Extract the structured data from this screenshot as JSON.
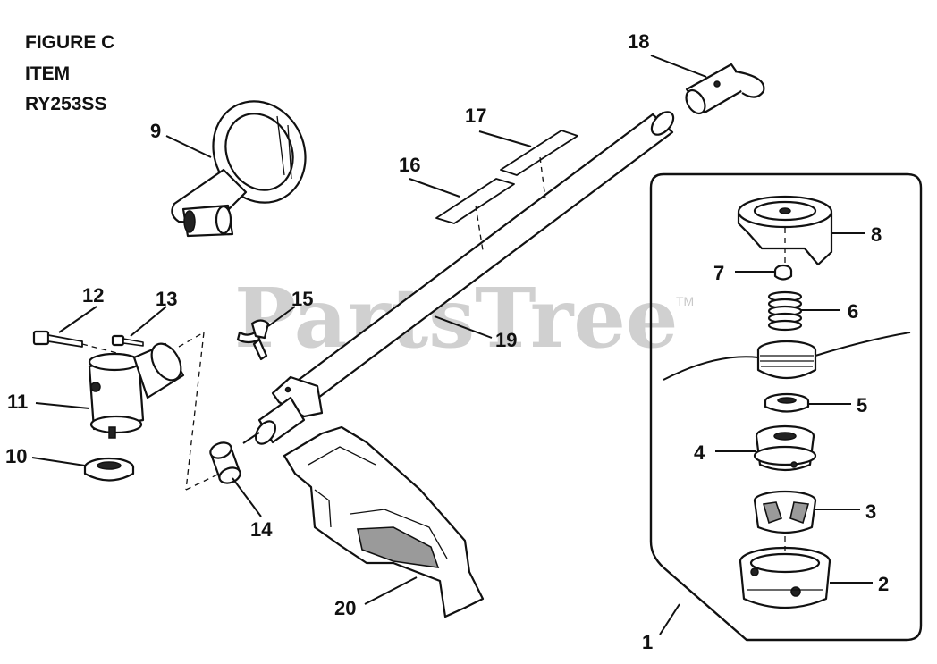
{
  "figure": {
    "line1": "FIGURE C",
    "line2": "ITEM",
    "line3": "RY253SS"
  },
  "watermark": {
    "text": "PartsTree",
    "trademark": "TM"
  },
  "callouts": {
    "c1": "1",
    "c2": "2",
    "c3": "3",
    "c4": "4",
    "c5": "5",
    "c6": "6",
    "c7": "7",
    "c8": "8",
    "c9": "9",
    "c10": "10",
    "c11": "11",
    "c12": "12",
    "c13": "13",
    "c14": "14",
    "c15": "15",
    "c16": "16",
    "c17": "17",
    "c18": "18",
    "c19": "19",
    "c20": "20"
  },
  "colors": {
    "ink": "#111111",
    "watermark": "#d0d0d0",
    "shade": "#9a9a9a"
  }
}
